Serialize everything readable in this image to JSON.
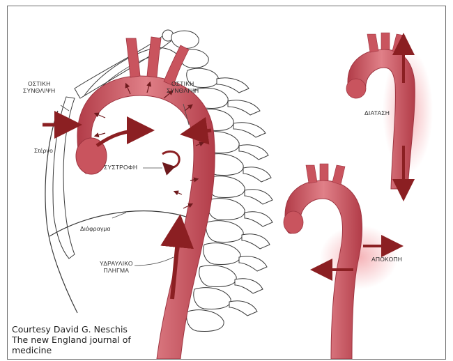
{
  "labels": {
    "ostiki_left_1": "ΟΣΤΙΚΗ",
    "ostiki_left_2": "ΣΥΝΘΛΙΨΗ",
    "ostiki_right_1": "ΟΣΤΙΚΗ",
    "ostiki_right_2": "ΣΥΝΘΛΙΨΗ",
    "sternum": "Στέρνο",
    "torsion": "ΣΥΣΤΡΟΦΗ",
    "diaphragm": "Διάφραγμα",
    "hydraulic_1": "ΥΔΡΑΥΛΙΚΟ",
    "hydraulic_2": "ΠΛΗΓΜΑ",
    "stretch": "ΔΙΑΤΑΣΗ",
    "shear": "ΑΠΟΚΟΠΗ"
  },
  "caption": {
    "line1": "Courtesy David G. Neschis",
    "line2": "The new England journal of",
    "line3": "medicine"
  },
  "colors": {
    "aorta": "#c9545e",
    "aorta_dark": "#9e3440",
    "arrow": "#8b1f22",
    "bone": "#ffffff",
    "outline": "#3a3a3a"
  }
}
